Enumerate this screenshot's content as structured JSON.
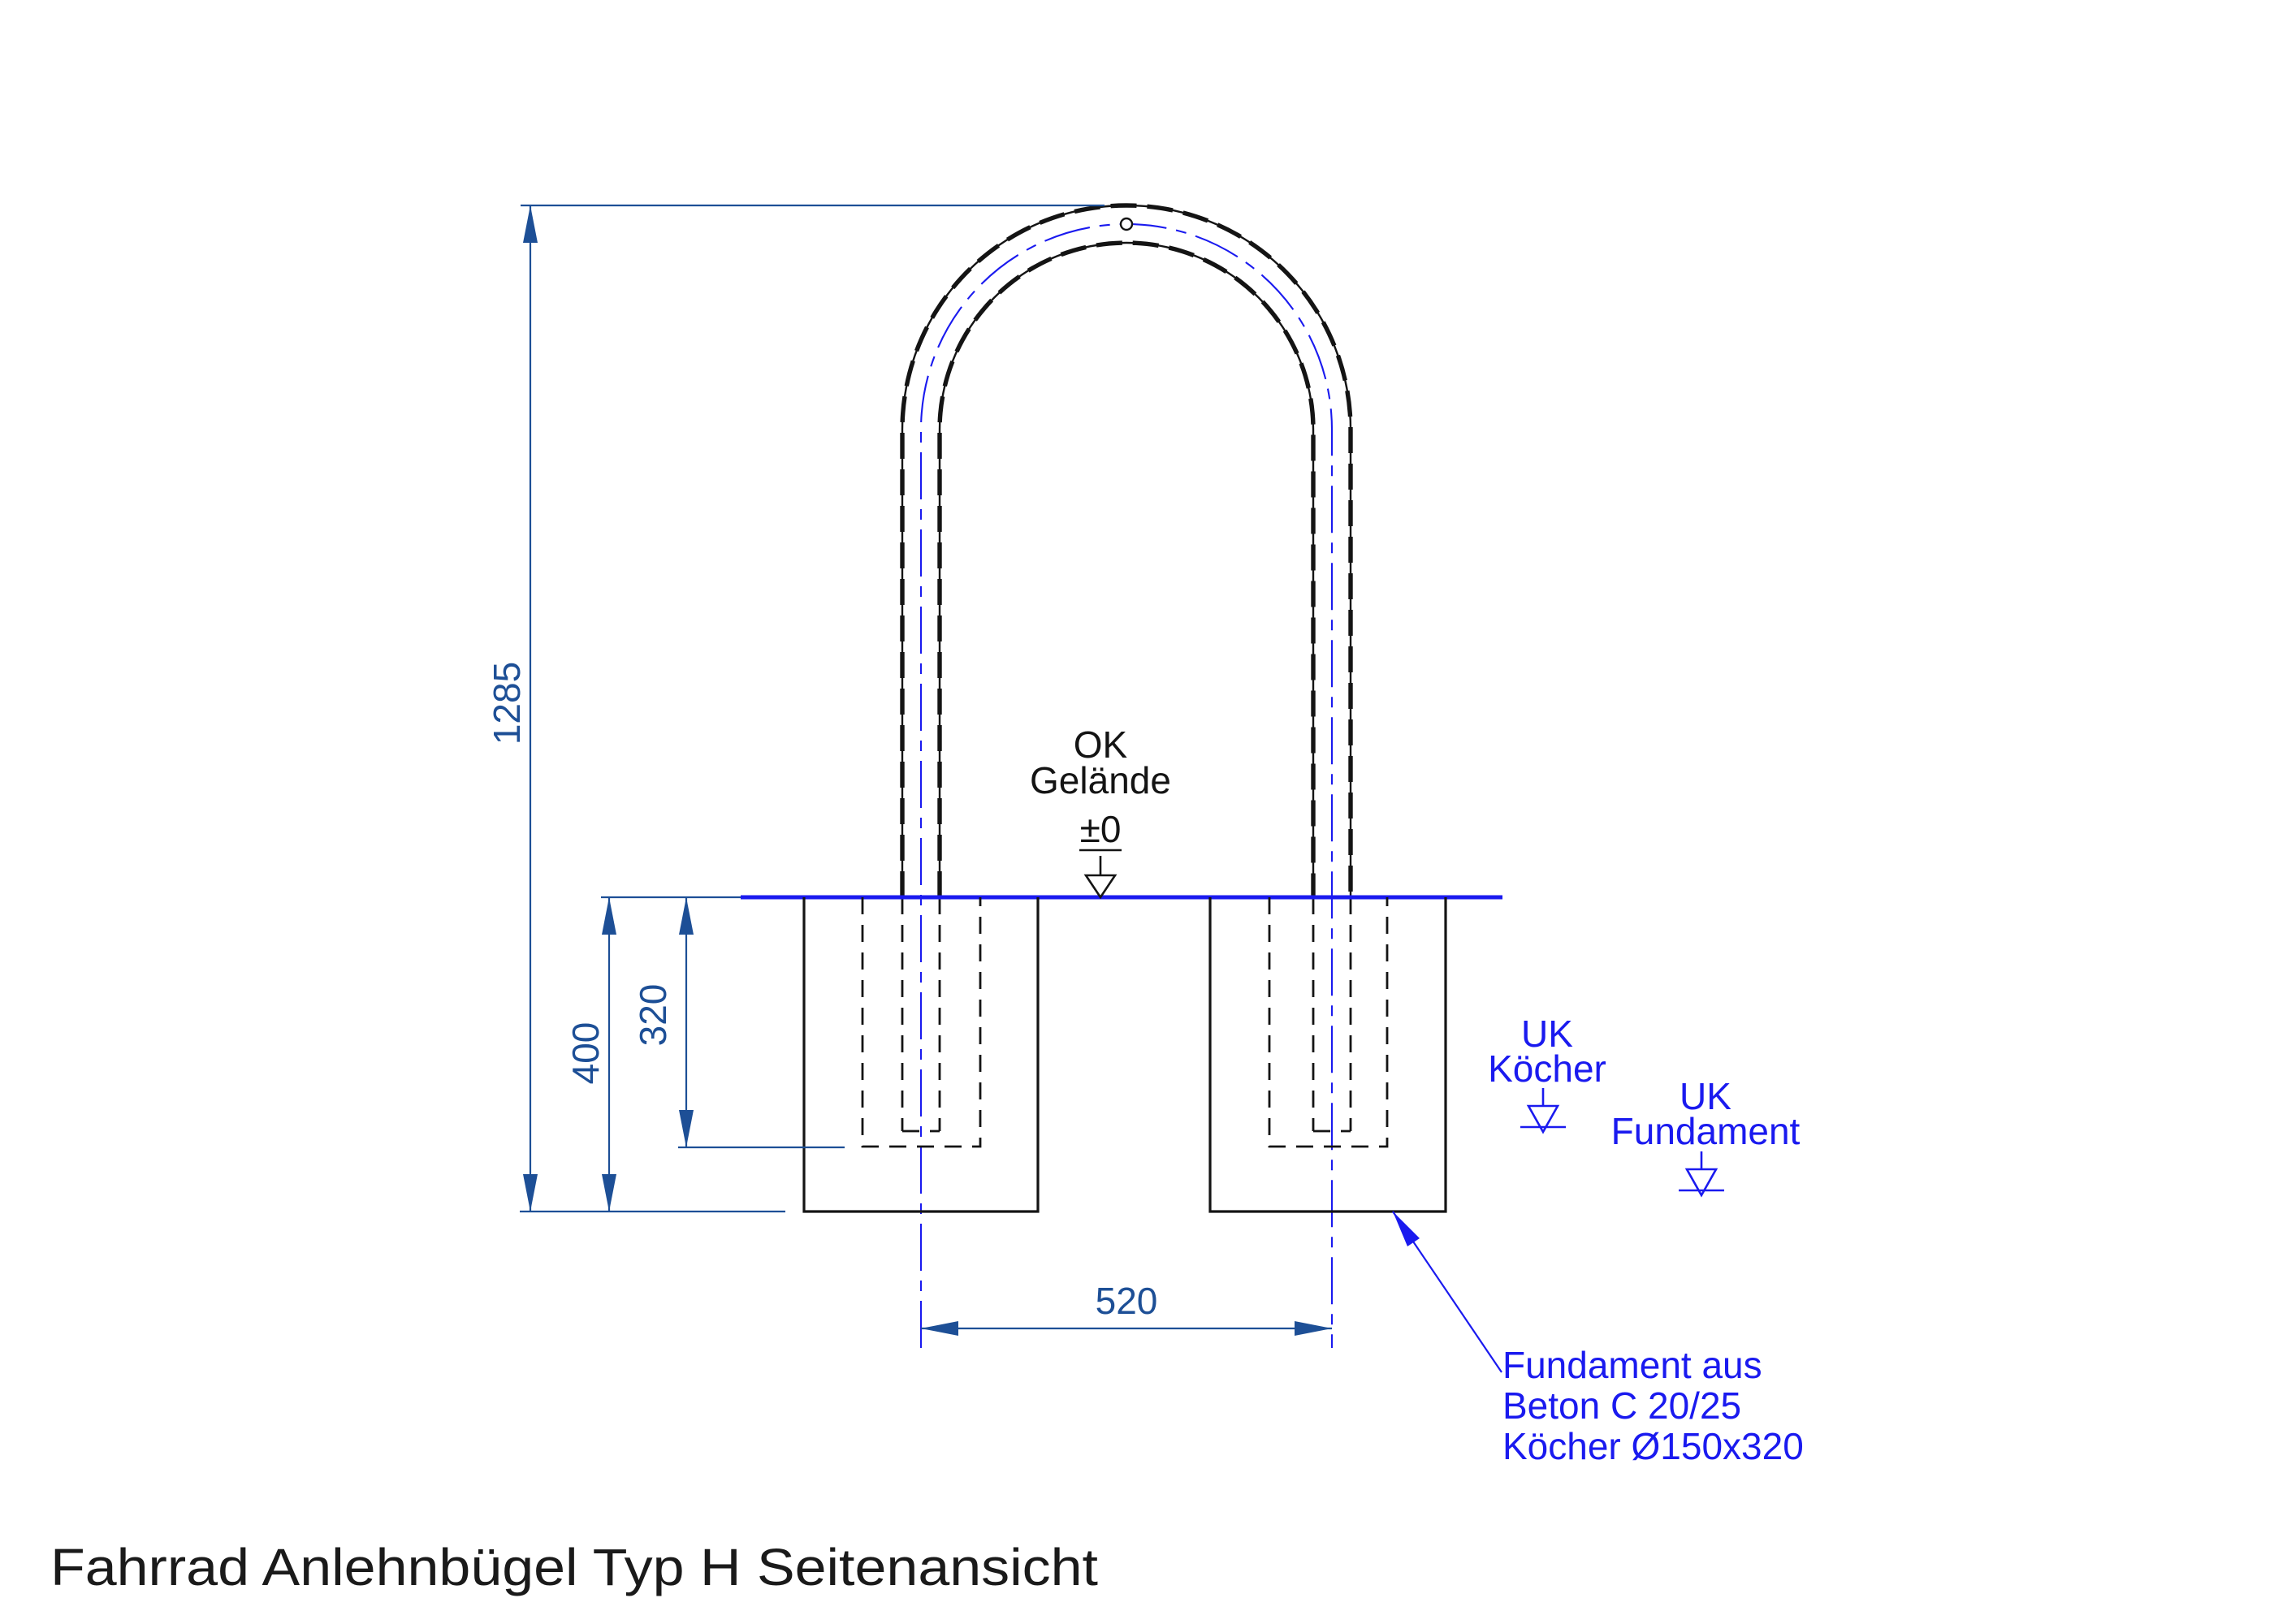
{
  "title": "Fahrrad Anlehnbügel Typ H Seitenansicht",
  "colors": {
    "drawing_black": "#141414",
    "dimension_navy": "#1d4f96",
    "annotation_blue": "#1a1aef",
    "background": "#ffffff"
  },
  "dimensions": {
    "total_height": "1285",
    "foundation_depth": "400",
    "sleeve_depth": "320",
    "post_spacing": "520"
  },
  "ground_label": {
    "line1": "OK",
    "line2": "Gelände",
    "level": "±0"
  },
  "level_labels": {
    "uk_koecher": {
      "line1": "UK",
      "line2": "Köcher"
    },
    "uk_fundament": {
      "line1": "UK",
      "line2": "Fundament"
    }
  },
  "foundation_note": {
    "line1": "Fundament aus",
    "line2": "Beton C 20/25",
    "line3": "Köcher Ø150x320"
  }
}
